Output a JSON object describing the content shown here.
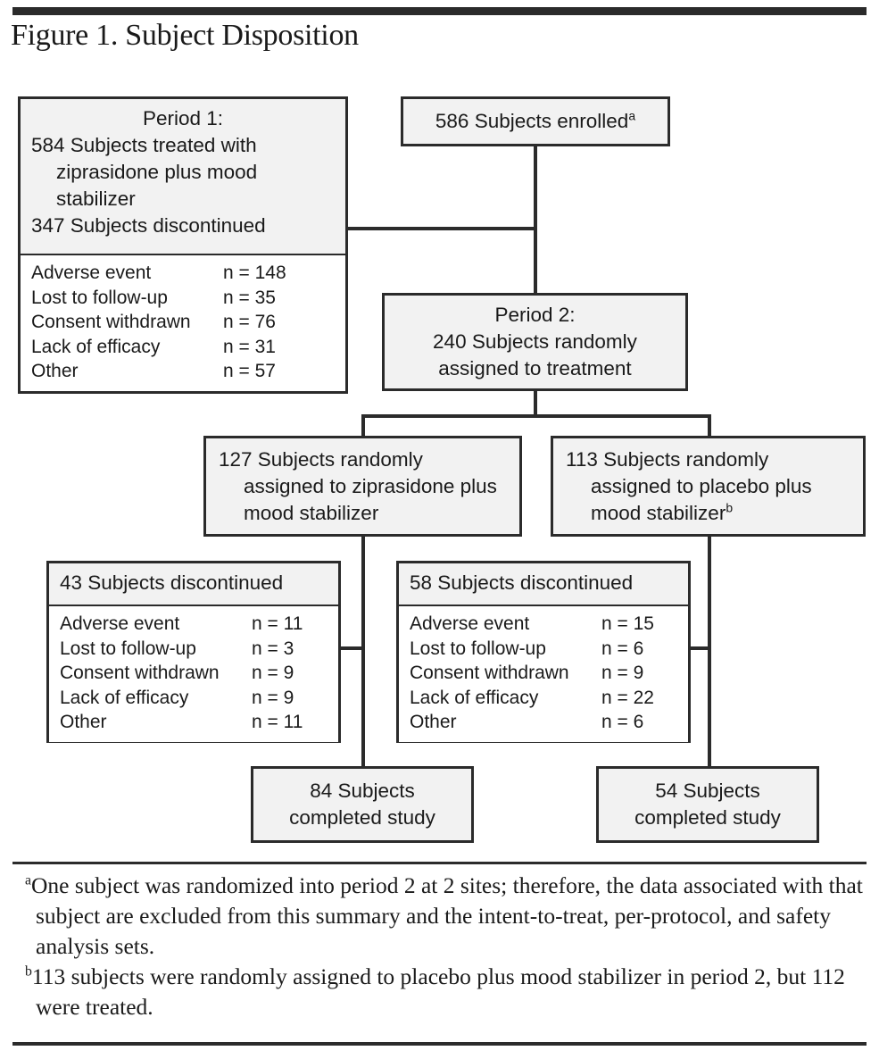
{
  "figure": {
    "title": "Figure 1. Subject Disposition"
  },
  "flow": {
    "enrolled": {
      "count": "586",
      "text": "586 Subjects enrolled",
      "superscript": "a"
    },
    "period1": {
      "line1": "Period 1:",
      "line2": "584 Subjects treated with ziprasidone plus mood stabilizer",
      "line3": "347 Subjects discontinued",
      "treated_count": "584",
      "discontinued_count": "347",
      "reasons": [
        {
          "label": "Adverse event",
          "count": "n = 148"
        },
        {
          "label": "Lost to follow-up",
          "count": "n = 35"
        },
        {
          "label": "Consent withdrawn",
          "count": "n = 76"
        },
        {
          "label": "Lack of efficacy",
          "count": "n = 31"
        },
        {
          "label": "Other",
          "count": "n = 57"
        }
      ]
    },
    "period2": {
      "line1": "Period 2:",
      "line2": "240 Subjects randomly assigned to treatment",
      "count": "240"
    },
    "arm_ziprasidone": {
      "text": "127 Subjects randomly assigned to ziprasidone plus mood stabilizer",
      "count": "127"
    },
    "arm_placebo": {
      "text": "113 Subjects randomly assigned to placebo plus mood stabilizer",
      "superscript": "b",
      "count": "113"
    },
    "disc_ziprasidone": {
      "header": "43 Subjects discontinued",
      "count": "43",
      "reasons": [
        {
          "label": "Adverse event",
          "count": "n = 11"
        },
        {
          "label": "Lost to follow-up",
          "count": "n = 3"
        },
        {
          "label": "Consent withdrawn",
          "count": "n = 9"
        },
        {
          "label": "Lack of efficacy",
          "count": "n = 9"
        },
        {
          "label": "Other",
          "count": "n = 11"
        }
      ]
    },
    "disc_placebo": {
      "header": "58 Subjects discontinued",
      "count": "58",
      "reasons": [
        {
          "label": "Adverse event",
          "count": "n = 15"
        },
        {
          "label": "Lost to follow-up",
          "count": "n = 6"
        },
        {
          "label": "Consent withdrawn",
          "count": "n = 9"
        },
        {
          "label": "Lack of efficacy",
          "count": "n = 22"
        },
        {
          "label": "Other",
          "count": "n = 6"
        }
      ]
    },
    "completed_ziprasidone": {
      "line1": "84 Subjects",
      "line2": "completed study",
      "count": "84"
    },
    "completed_placebo": {
      "line1": "54 Subjects",
      "line2": "completed study",
      "count": "54"
    }
  },
  "footnotes": [
    {
      "marker": "a",
      "text": "One subject was randomized into period 2 at 2 sites; therefore, the data associated with that subject are excluded from this summary and the intent-to-treat, per-protocol, and safety analysis sets."
    },
    {
      "marker": "b",
      "text": "113 subjects were randomly assigned to placebo plus mood stabilizer in period 2, but 112 were treated."
    }
  ],
  "colors": {
    "ink": "#1a1a1a",
    "rule": "#2b2b2b",
    "node_fill": "#f2f2f2",
    "page": "#ffffff"
  }
}
